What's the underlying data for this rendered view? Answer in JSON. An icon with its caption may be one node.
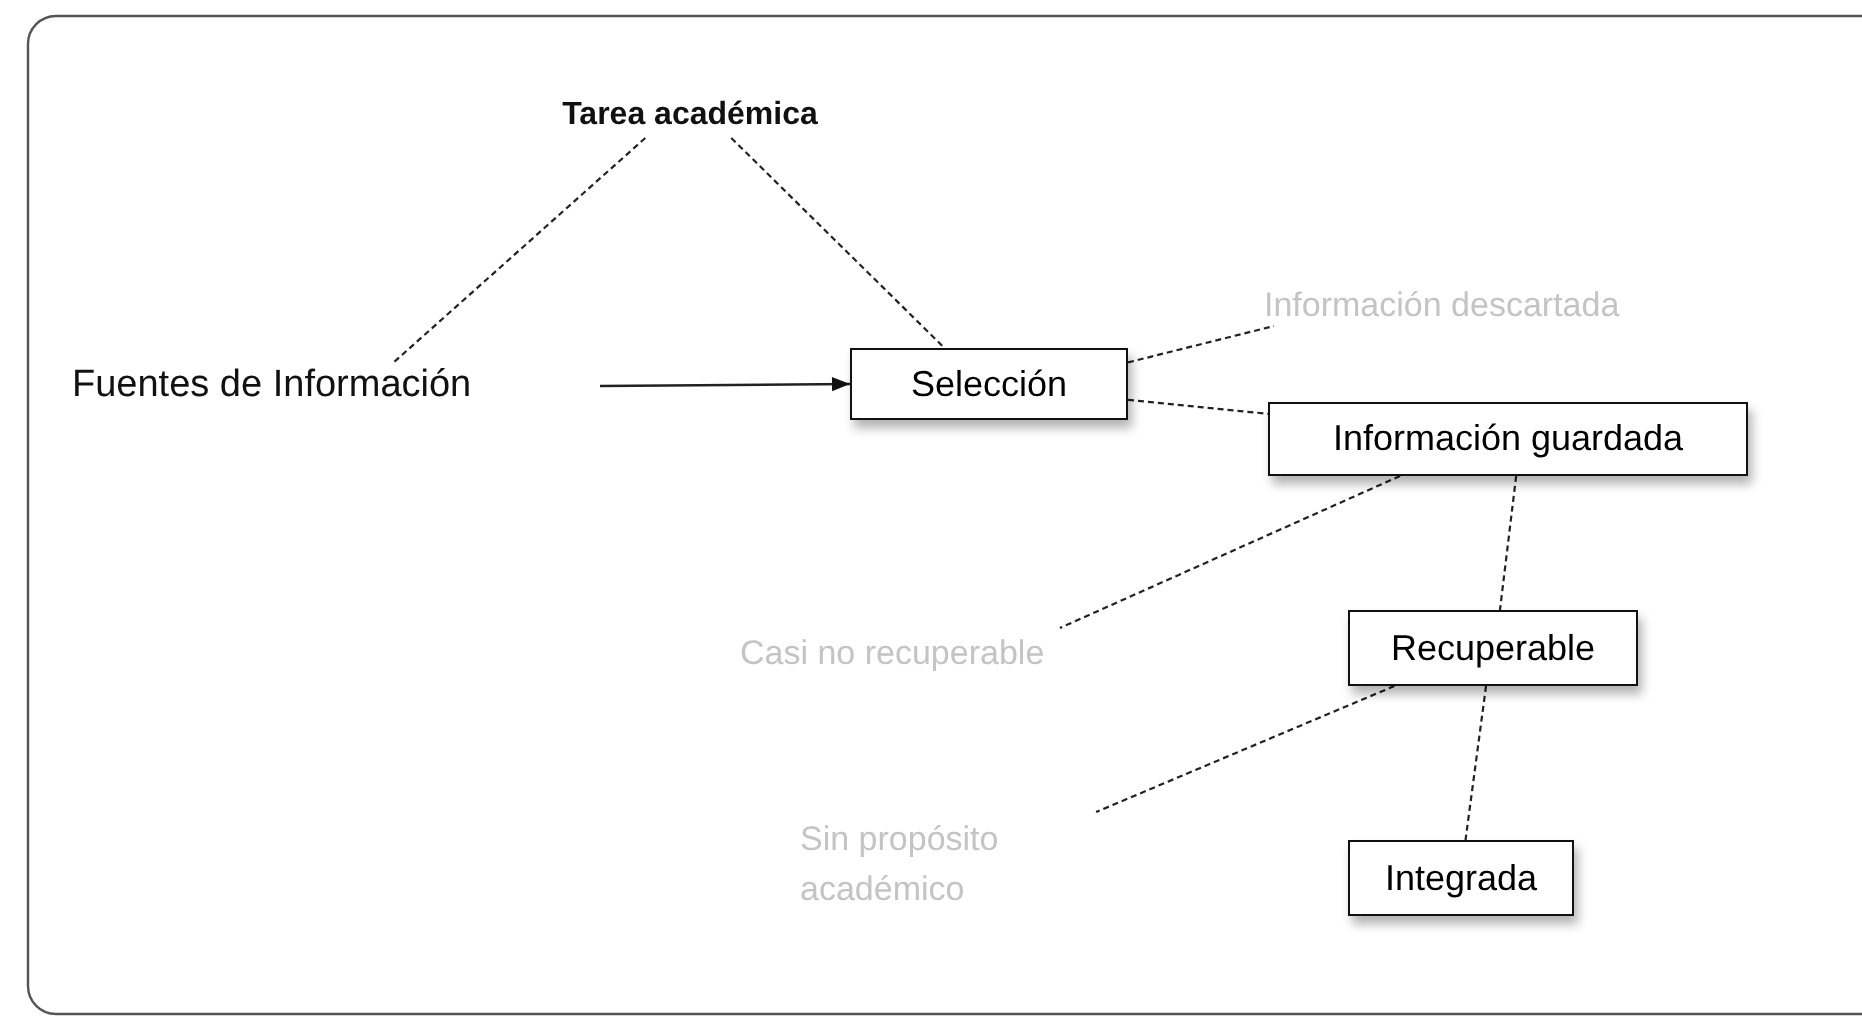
{
  "diagram": {
    "nodes": [
      {
        "text": [
          "Tarea académica"
        ]
      },
      {
        "text": [
          "Fuentes de Información"
        ]
      },
      {
        "text": [
          "Selección"
        ]
      },
      {
        "text": [
          "Información descartada"
        ]
      },
      {
        "text": [
          "Información guardada"
        ]
      },
      {
        "text": [
          "Casi no recuperable"
        ]
      },
      {
        "text": [
          "Recuperable"
        ]
      },
      {
        "text": [
          "Sin propósito académico"
        ]
      },
      {
        "text": [
          "Integrada"
        ]
      }
    ],
    "edges": [
      {
        "from": 0,
        "to": 1,
        "arrow": "none",
        "style": "dashed"
      },
      {
        "from": 0,
        "to": 2,
        "arrow": "none",
        "style": "dashed"
      },
      {
        "from": 1,
        "to": 2,
        "arrow": "to"
      },
      {
        "from": 2,
        "to": 3,
        "arrow": "none",
        "style": "dashed"
      },
      {
        "from": 2,
        "to": 4,
        "arrow": "none",
        "style": "dashed"
      },
      {
        "from": 4,
        "to": 5,
        "arrow": "none",
        "style": "dashed"
      },
      {
        "from": 4,
        "to": 6,
        "arrow": "none",
        "style": "dashed"
      },
      {
        "from": 6,
        "to": 7,
        "arrow": "none",
        "style": "dashed"
      },
      {
        "from": 6,
        "to": 8,
        "arrow": "none",
        "style": "dashed"
      }
    ]
  }
}
